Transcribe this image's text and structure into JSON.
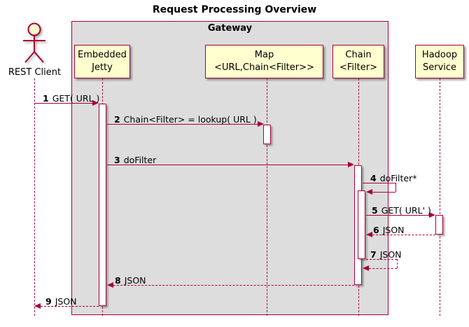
{
  "title": "Request Processing Overview",
  "colors": {
    "accent": "#A80036",
    "participant_fill": "#FEFECE",
    "frame_fill": "#DDDDDD",
    "activation_fill": "#FFFFFF",
    "background": "#FFFFFF",
    "text": "#000000"
  },
  "frame": {
    "label": "Gateway"
  },
  "actor": {
    "label": "REST Client"
  },
  "participants": [
    {
      "line1": "Embedded",
      "line2": "Jetty"
    },
    {
      "line1": "Map",
      "line2": "<URL,Chain<Filter>>"
    },
    {
      "line1": "Chain",
      "line2": "<Filter>"
    },
    {
      "line1": "Hadoop",
      "line2": "Service"
    }
  ],
  "messages": [
    {
      "num": "1",
      "text": "GET( URL )",
      "style": "solid"
    },
    {
      "num": "2",
      "text": "Chain<Filter> = lookup( URL )",
      "style": "solid"
    },
    {
      "num": "3",
      "text": "doFilter",
      "style": "solid"
    },
    {
      "num": "4",
      "text": "doFilter*",
      "style": "solid-self"
    },
    {
      "num": "5",
      "text": "GET( URL' )",
      "style": "solid"
    },
    {
      "num": "6",
      "text": "JSON",
      "style": "dashed"
    },
    {
      "num": "7",
      "text": "JSON",
      "style": "dashed-self"
    },
    {
      "num": "8",
      "text": "JSON",
      "style": "dashed"
    },
    {
      "num": "9",
      "text": "JSON",
      "style": "dashed"
    }
  ]
}
